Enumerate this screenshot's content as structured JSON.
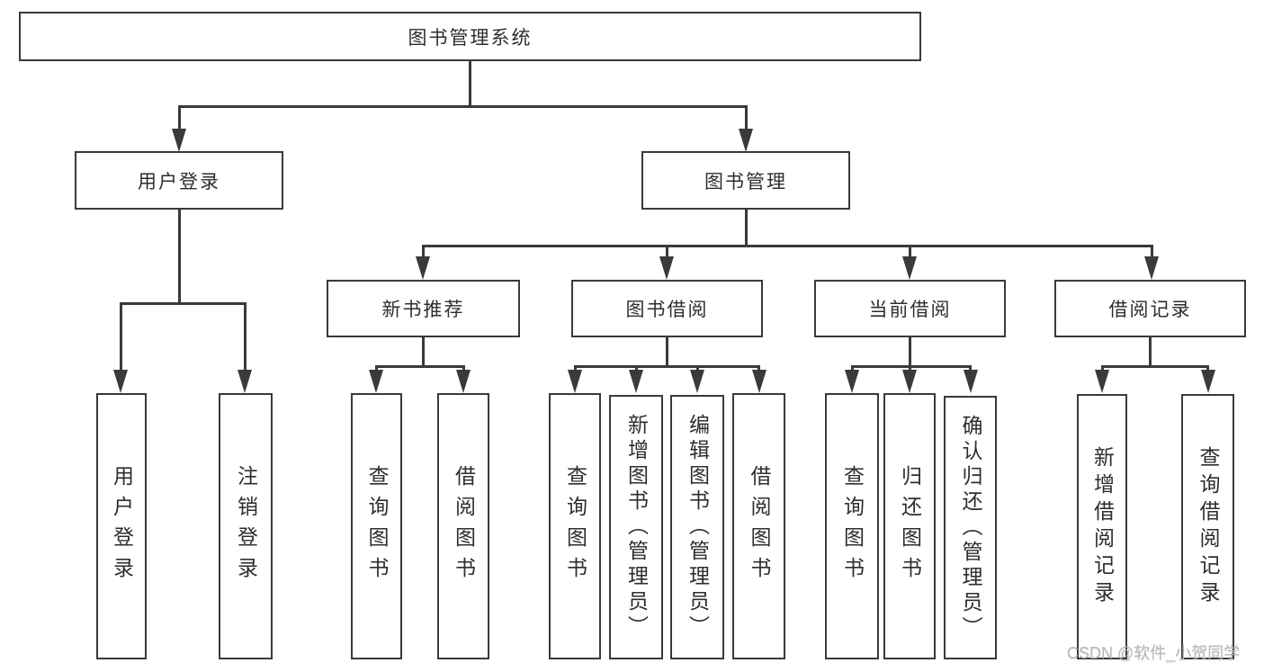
{
  "diagram": {
    "type": "hierarchy-tree",
    "title": "图书管理系统"
  },
  "colors": {
    "line": "#3a3a3a",
    "text": "#2e2e2e",
    "background": "#ffffff",
    "watermark": "#b7b7b7"
  },
  "tree": {
    "root": "图书管理系统",
    "children": [
      {
        "label": "用户登录",
        "children": [
          "用户登录",
          "注销登录"
        ]
      },
      {
        "label": "图书管理",
        "children": [
          {
            "label": "新书推荐",
            "children": [
              "查询图书",
              "借阅图书"
            ]
          },
          {
            "label": "图书借阅",
            "children": [
              "查询图书",
              "新增图书（管理员）",
              "编辑图书（管理员）",
              "借阅图书"
            ]
          },
          {
            "label": "当前借阅",
            "children": [
              "查询图书",
              "归还图书",
              "确认归还（管理员）"
            ]
          },
          {
            "label": "借阅记录",
            "children": [
              "新增借阅记录",
              "查询借阅记录"
            ]
          }
        ]
      }
    ]
  },
  "watermark": {
    "text": "CSDN @软件_小贺同学"
  }
}
